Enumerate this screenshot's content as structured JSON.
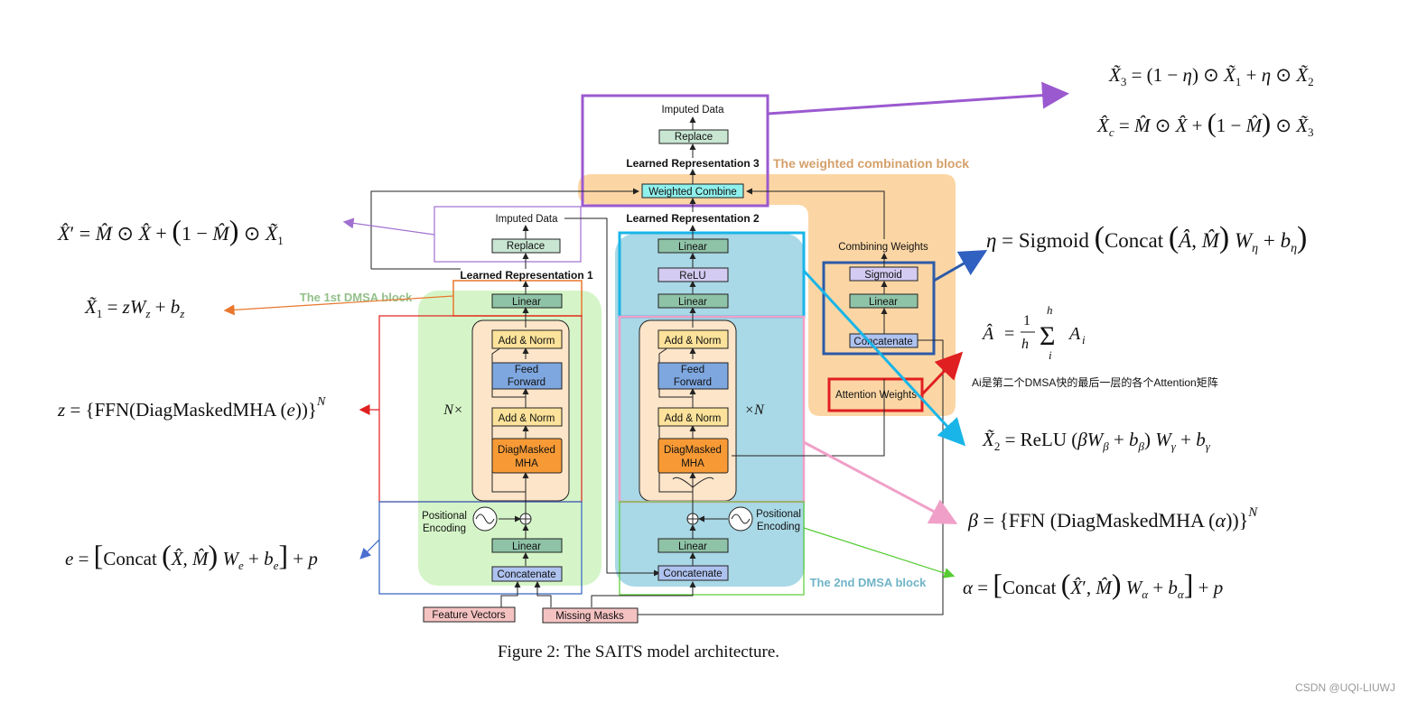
{
  "diagram": {
    "imputed_data_top": "Imputed Data",
    "replace_top": "Replace",
    "learned_rep_3": "Learned Representation 3",
    "weighted_combination_block": "The weighted combination block",
    "weighted_combine": "Weighted Combine",
    "imputed_data_mid": "Imputed Data",
    "replace_mid": "Replace",
    "learned_rep_2": "Learned Representation 2",
    "learned_rep_1": "Learned Representation 1",
    "first_block": "The 1st DMSA block",
    "second_block": "The 2nd DMSA block",
    "linear": "Linear",
    "relu": "ReLU",
    "sigmoid": "Sigmoid",
    "combining_weights": "Combining Weights",
    "concatenate": "Concatenate",
    "attention_weights": "Attention Weights",
    "add_norm": "Add & Norm",
    "feed": "Feed",
    "forward": "Forward",
    "diagmasked": "DiagMasked",
    "mha": "MHA",
    "n_times_left": "N×",
    "n_times_right": "×N",
    "positional": "Positional",
    "encoding": "Encoding",
    "feature_vectors": "Feature Vectors",
    "missing_masks": "Missing Masks",
    "caption": "Figure 2: The SAITS model architecture."
  },
  "annotations": {
    "ai_note": "Ai是第二个DMSA快的最后一层的各个Attention矩阵",
    "watermark": "CSDN @UQI-LIUWJ"
  },
  "colors": {
    "green_block": "#d5f5c8",
    "blue_block": "#a9d8e6",
    "orange_block": "#fbd6a4",
    "linear_fill": "#8fc3a7",
    "add_norm_fill": "#fce29a",
    "feed_forward_fill": "#7ea7e0",
    "mha_fill": "#f79a35",
    "concat_fill": "#aec2ef",
    "sigmoid_fill": "#d3cbf1",
    "weighted_combine_fill": "#8ff0ec",
    "input_fill": "#f5c2c2"
  }
}
